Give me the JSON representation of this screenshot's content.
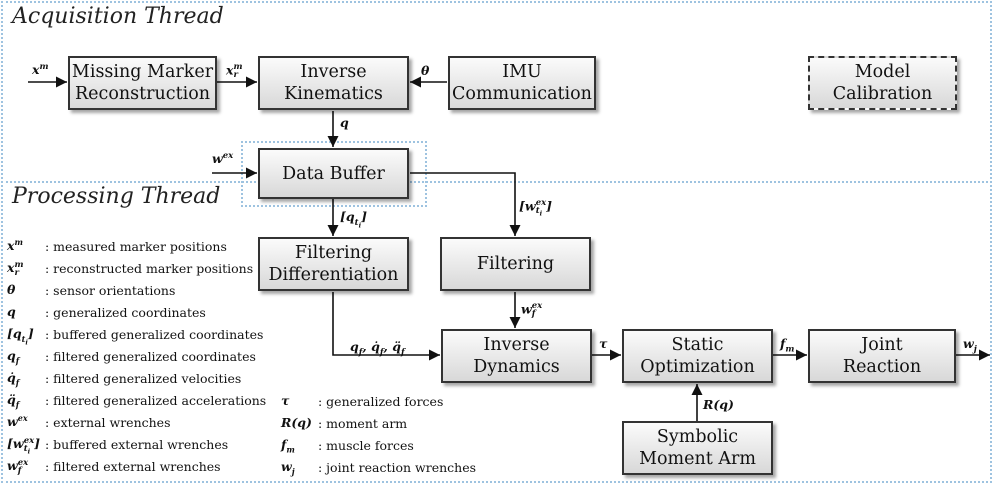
{
  "diagram": {
    "acquisition_title": "Acquisition Thread",
    "processing_title": "Processing Thread",
    "blocks": {
      "missing_marker": [
        "Missing Marker",
        "Reconstruction"
      ],
      "inverse_kinematics": [
        "Inverse",
        "Kinematics"
      ],
      "imu": [
        "IMU",
        "Communication"
      ],
      "model_calibration": [
        "Model",
        "Calibration"
      ],
      "data_buffer": [
        "Data Buffer"
      ],
      "filtering_diff": [
        "Filtering",
        "Differentiation"
      ],
      "filtering": [
        "Filtering"
      ],
      "inverse_dynamics": [
        "Inverse",
        "Dynamics"
      ],
      "static_opt": [
        "Static",
        "Optimization"
      ],
      "joint_reaction": [
        "Joint",
        "Reaction"
      ],
      "symbolic_ma": [
        "Symbolic",
        "Moment Arm"
      ]
    },
    "signals": {
      "x_m": "x^m",
      "x_r_m": "x_r^m",
      "theta": "θ",
      "q": "q",
      "w_ex": "w^ex",
      "q_ti": "[q_ti]",
      "w_ti_ex": "[w_ti^ex]",
      "w_f_ex": "w_f^ex",
      "q_f_set": "q_f, q̇_f, q̈_f",
      "tau": "τ",
      "f_m": "f_m",
      "w_j": "w_j",
      "R_q": "R(q)"
    }
  },
  "legend": {
    "left": [
      {
        "symbol": "x^m",
        "description": ": measured marker positions"
      },
      {
        "symbol": "x_r^m",
        "description": ": reconstructed marker positions"
      },
      {
        "symbol": "θ",
        "description": ": sensor orientations"
      },
      {
        "symbol": "q",
        "description": ": generalized coordinates"
      },
      {
        "symbol": "[q_ti]",
        "description": ": buffered generalized coordinates"
      },
      {
        "symbol": "q_f",
        "description": ": filtered generalized coordinates"
      },
      {
        "symbol": "q̇_f",
        "description": ": filtered generalized velocities"
      },
      {
        "symbol": "q̈_f",
        "description": ": filtered generalized accelerations"
      },
      {
        "symbol": "w^ex",
        "description": ": external wrenches"
      },
      {
        "symbol": "[w_ti^ex]",
        "description": ": buffered external wrenches"
      },
      {
        "symbol": "w_f^ex",
        "description": ": filtered external wrenches"
      }
    ],
    "right": [
      {
        "symbol": "τ",
        "description": ": generalized forces"
      },
      {
        "symbol": "R(q)",
        "description": ": moment arm"
      },
      {
        "symbol": "f_m",
        "description": ": muscle forces"
      },
      {
        "symbol": "w_j",
        "description": ": joint reaction wrenches"
      }
    ]
  }
}
